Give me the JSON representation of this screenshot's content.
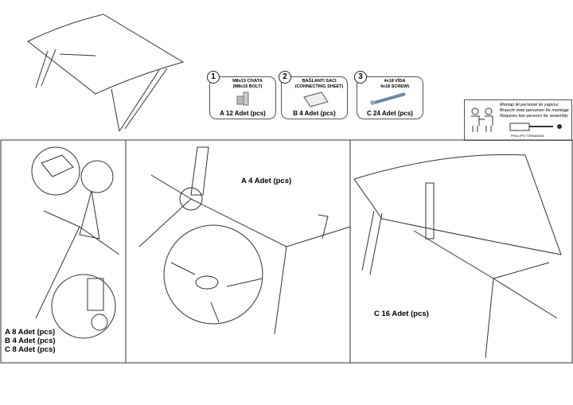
{
  "parts": [
    {
      "number": "1",
      "name": "M8x15 CİVATA",
      "name_en": "(M8x15 BOLT)",
      "quantity": "A  12 Adet (pcs)"
    },
    {
      "number": "2",
      "name": "BAĞLANTI SACI",
      "name_en": "(CONNECTING SHEET)",
      "quantity": "B  4 Adet (pcs)"
    },
    {
      "number": "3",
      "name": "4x18 VİDA",
      "name_en": "4x18 SCREW)",
      "quantity": "C  24 Adet (pcs)"
    }
  ],
  "warning": {
    "line1": "Montajı iki personel ile yapınız",
    "line2": "Braucht zwei personen für montage",
    "line3": "Requires two persons for assembly",
    "tool": "PHILLIPS TORNAVIDA"
  },
  "steps": {
    "step1": [
      "A  8 Adet (pcs)",
      "B  4 Adet (pcs)",
      "C  8 Adet (pcs)"
    ],
    "step2": "A  4 Adet (pcs)",
    "step3": "C  16 Adet (pcs)"
  }
}
